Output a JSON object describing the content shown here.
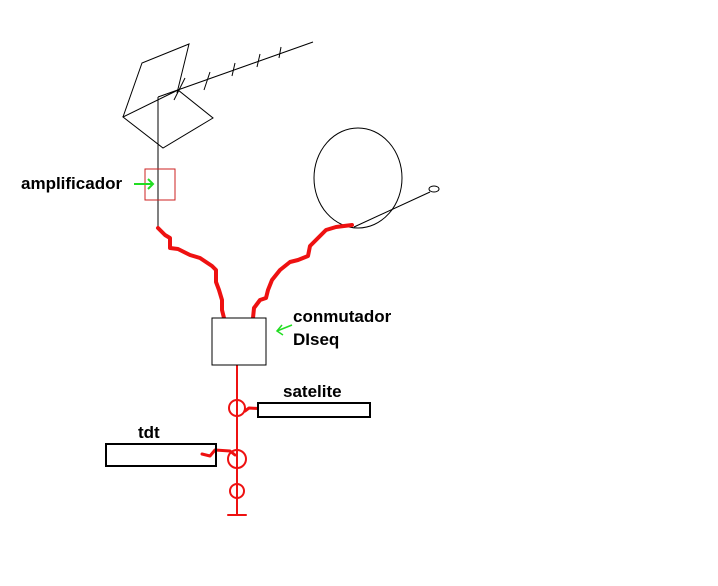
{
  "labels": {
    "amplifier": "amplificador",
    "switch_line1": "conmutador",
    "switch_line2": "DIseq",
    "satellite": "satelite",
    "dtt": "tdt"
  },
  "colors": {
    "cable": "#ee1111",
    "arrow": "#22dd22",
    "line": "#000000"
  }
}
